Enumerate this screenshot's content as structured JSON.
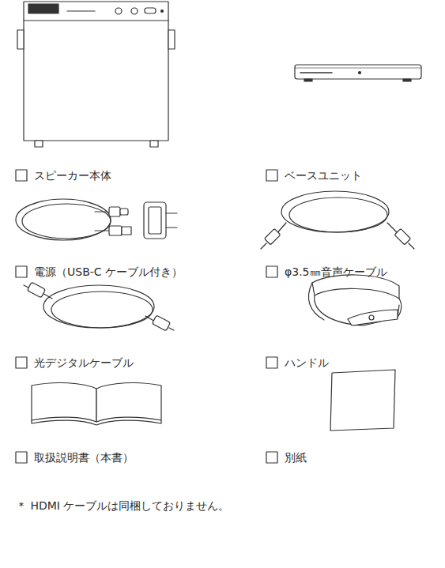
{
  "diagram": {
    "labels": [
      "スピーカー本体",
      "ベースユニット",
      "電源（USB-C ケーブル付き）",
      "φ3.5㎜音声ケーブル",
      "光デジタルケーブル",
      "ハンドル",
      "取扱説明書（本書）",
      "別紙",
      "＊ HDMI ケーブルは同梱しておりません。"
    ]
  }
}
